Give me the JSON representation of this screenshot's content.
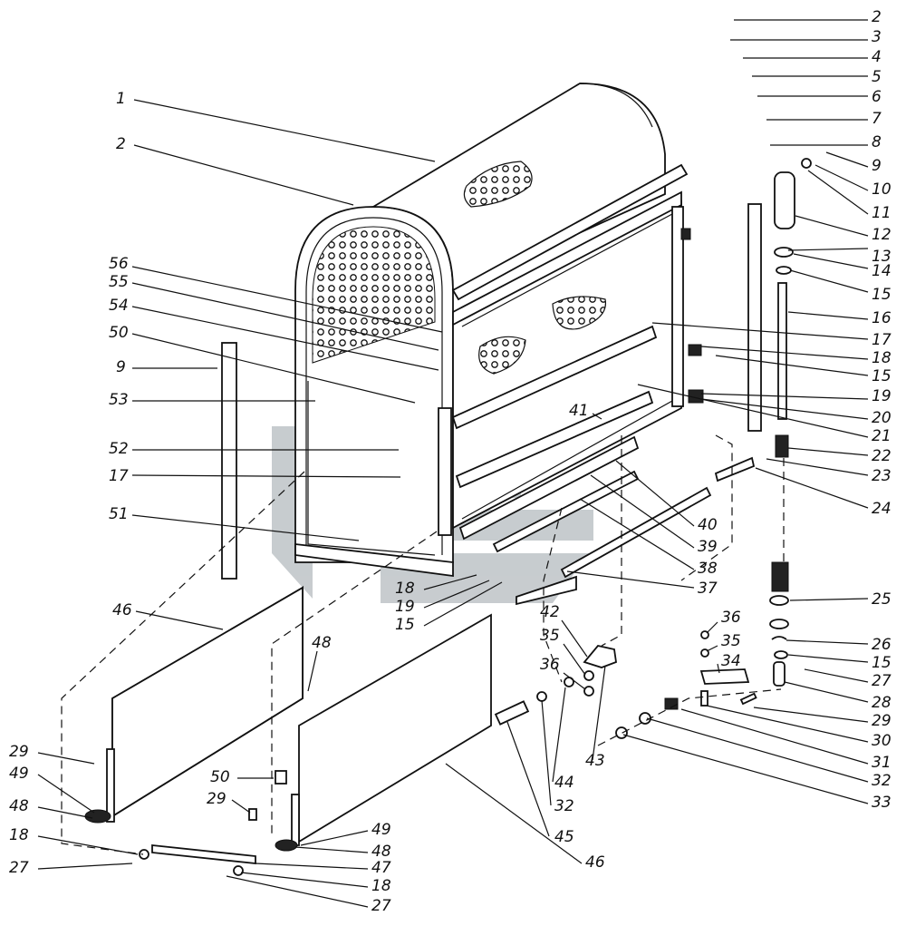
{
  "colors": {
    "line": "#111111",
    "background": "#ffffff",
    "watermark": "#9aa3a8"
  },
  "watermark": {
    "name": "logo-watermark"
  },
  "callouts": [
    {
      "id": "c-2a",
      "label": "2"
    },
    {
      "id": "c-3",
      "label": "3"
    },
    {
      "id": "c-4",
      "label": "4"
    },
    {
      "id": "c-5",
      "label": "5"
    },
    {
      "id": "c-6",
      "label": "6"
    },
    {
      "id": "c-7",
      "label": "7"
    },
    {
      "id": "c-8",
      "label": "8"
    },
    {
      "id": "c-9r",
      "label": "9"
    },
    {
      "id": "c-10",
      "label": "10"
    },
    {
      "id": "c-11",
      "label": "11"
    },
    {
      "id": "c-12",
      "label": "12"
    },
    {
      "id": "c-13",
      "label": "13"
    },
    {
      "id": "c-14",
      "label": "14"
    },
    {
      "id": "c-15a",
      "label": "15"
    },
    {
      "id": "c-16",
      "label": "16"
    },
    {
      "id": "c-17r",
      "label": "17"
    },
    {
      "id": "c-18r",
      "label": "18"
    },
    {
      "id": "c-15b",
      "label": "15"
    },
    {
      "id": "c-19r",
      "label": "19"
    },
    {
      "id": "c-20",
      "label": "20"
    },
    {
      "id": "c-21",
      "label": "21"
    },
    {
      "id": "c-22",
      "label": "22"
    },
    {
      "id": "c-23",
      "label": "23"
    },
    {
      "id": "c-24",
      "label": "24"
    },
    {
      "id": "c-25",
      "label": "25"
    },
    {
      "id": "c-26",
      "label": "26"
    },
    {
      "id": "c-15c",
      "label": "15"
    },
    {
      "id": "c-27r",
      "label": "27"
    },
    {
      "id": "c-28",
      "label": "28"
    },
    {
      "id": "c-29r",
      "label": "29"
    },
    {
      "id": "c-30",
      "label": "30"
    },
    {
      "id": "c-31",
      "label": "31"
    },
    {
      "id": "c-32r",
      "label": "32"
    },
    {
      "id": "c-33",
      "label": "33"
    },
    {
      "id": "c-1",
      "label": "1"
    },
    {
      "id": "c-2b",
      "label": "2"
    },
    {
      "id": "c-56",
      "label": "56"
    },
    {
      "id": "c-55",
      "label": "55"
    },
    {
      "id": "c-54",
      "label": "54"
    },
    {
      "id": "c-50a",
      "label": "50"
    },
    {
      "id": "c-9l",
      "label": "9"
    },
    {
      "id": "c-53",
      "label": "53"
    },
    {
      "id": "c-52",
      "label": "52"
    },
    {
      "id": "c-17l",
      "label": "17"
    },
    {
      "id": "c-51",
      "label": "51"
    },
    {
      "id": "c-46a",
      "label": "46"
    },
    {
      "id": "c-48a",
      "label": "48"
    },
    {
      "id": "c-29a",
      "label": "29"
    },
    {
      "id": "c-49a",
      "label": "49"
    },
    {
      "id": "c-48b",
      "label": "48"
    },
    {
      "id": "c-18a",
      "label": "18"
    },
    {
      "id": "c-27a",
      "label": "27"
    },
    {
      "id": "c-50b",
      "label": "50"
    },
    {
      "id": "c-29b",
      "label": "29"
    },
    {
      "id": "c-49b",
      "label": "49"
    },
    {
      "id": "c-48c",
      "label": "48"
    },
    {
      "id": "c-47",
      "label": "47"
    },
    {
      "id": "c-18b",
      "label": "18"
    },
    {
      "id": "c-27b",
      "label": "27"
    },
    {
      "id": "c-18c",
      "label": "18"
    },
    {
      "id": "c-19c",
      "label": "19"
    },
    {
      "id": "c-15d",
      "label": "15"
    },
    {
      "id": "c-41",
      "label": "41"
    },
    {
      "id": "c-40",
      "label": "40"
    },
    {
      "id": "c-39",
      "label": "39"
    },
    {
      "id": "c-38",
      "label": "38"
    },
    {
      "id": "c-37",
      "label": "37"
    },
    {
      "id": "c-42",
      "label": "42"
    },
    {
      "id": "c-35a",
      "label": "35"
    },
    {
      "id": "c-36a",
      "label": "36"
    },
    {
      "id": "c-43",
      "label": "43"
    },
    {
      "id": "c-44",
      "label": "44"
    },
    {
      "id": "c-32b",
      "label": "32"
    },
    {
      "id": "c-45",
      "label": "45"
    },
    {
      "id": "c-46b",
      "label": "46"
    },
    {
      "id": "c-36b",
      "label": "36"
    },
    {
      "id": "c-35b",
      "label": "35"
    },
    {
      "id": "c-34",
      "label": "34"
    }
  ]
}
